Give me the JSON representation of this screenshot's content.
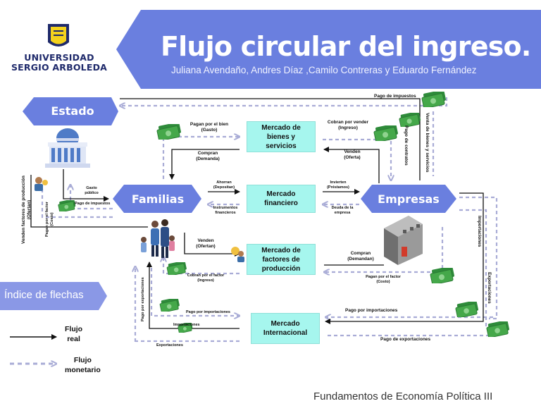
{
  "logo": {
    "line1": "UNIVERSIDAD",
    "line2": "SERGIO ARBOLEDA"
  },
  "title": "Flujo circular del ingreso.",
  "authors": "Juliana Avendaño, Andres Díaz ,Camilo Contreras y Eduardo Fernández",
  "nodes": {
    "estado": "Estado",
    "familias": "Familias",
    "empresas": "Empresas"
  },
  "markets": {
    "bienes": [
      "Mercado de",
      "bienes y",
      "servicios"
    ],
    "financiero": [
      "Mercado",
      "financiero"
    ],
    "factores": [
      "Mercado de",
      "factores de",
      "producción"
    ],
    "internacional": [
      "Mercado",
      "Internacional"
    ]
  },
  "labels": {
    "pago_impuestos_top": "Pago de impuestos",
    "venta_bienes": "Venta de bienes y servicios",
    "pago_contratos": "Pago de contratos",
    "pagan_bien": [
      "Pagan por el bien",
      "(Gasto)"
    ],
    "cobran_vender": [
      "Cobran por vender",
      "(Ingreso)"
    ],
    "compran_demanda": [
      "Compran",
      "(Demanda)"
    ],
    "venden_oferta": [
      "Venden",
      "(Oferta)"
    ],
    "gasto_publico": [
      "Gasto",
      "público"
    ],
    "pago_impuestos_fam": "Pago de impuestos",
    "ahorran": [
      "Ahorran",
      "(Depositan)"
    ],
    "instrumentos": [
      "Instrumentos",
      "financieros"
    ],
    "invierten": [
      "Invierten",
      "(Préstamos)"
    ],
    "deuda": [
      "Deuda de la",
      "empresa"
    ],
    "venden_factores_estado": [
      "Venden factores de producción",
      "(Ofertan)"
    ],
    "pagan_factor_estado": [
      "Pagan por el factor",
      "(Costo)"
    ],
    "venden_ofertan": [
      "Venden",
      "(Ofertan)"
    ],
    "cobran_factor": [
      "Cobran por el factor",
      "(Ingreso)"
    ],
    "compran_demandan": [
      "Compran",
      "(Demandan)"
    ],
    "pagan_factor_emp": [
      "Pagan por el factor",
      "(Costo)"
    ],
    "importaciones_right": "Importaciones",
    "exportaciones_right": "Exportaciones",
    "pago_exportaciones_left": "Pago por exportaciones",
    "pago_importaciones_fam": "Pago por importaciones",
    "importaciones_fam": "Importaciones",
    "pago_importaciones_emp": "Pago por importaciones",
    "exportaciones_bottom": "Exportaciones",
    "pago_exportaciones_bottom": "Pago de exportaciones"
  },
  "legend": {
    "title": "Índice de flechas",
    "real": [
      "Flujo",
      "real"
    ],
    "monetario": [
      "Flujo",
      "monetario"
    ]
  },
  "footer": "Fundamentos de Economía Política III",
  "colors": {
    "accent": "#6a7fdf",
    "accent_dark": "#5b6fd4",
    "market_fill": "#a6f6ee",
    "dashed_flow": "#a9acd6",
    "money": "#3d9a3d"
  },
  "icons": [
    "university-logo-icon",
    "government-building-icon",
    "family-icon",
    "factory-icon",
    "worker-icon",
    "money-icon"
  ]
}
